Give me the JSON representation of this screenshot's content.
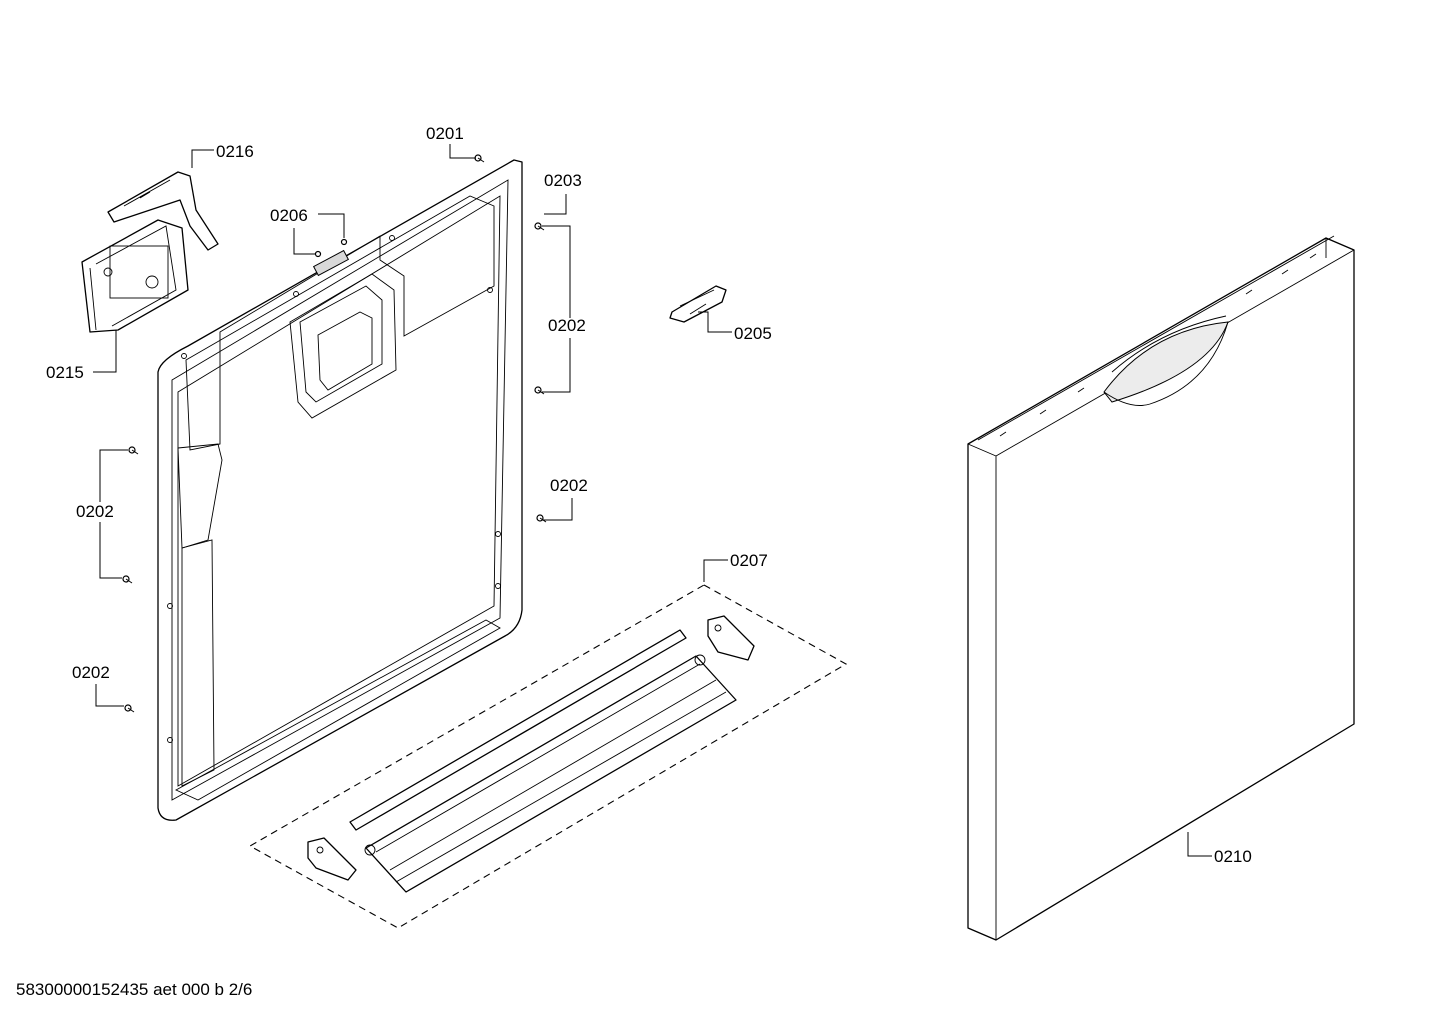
{
  "callouts": {
    "c0201": "0201",
    "c0202": "0202",
    "c0203": "0203",
    "c0205": "0205",
    "c0206": "0206",
    "c0207": "0207",
    "c0210": "0210",
    "c0215": "0215",
    "c0216": "0216"
  },
  "footer": {
    "document_id": "58300000152435 aet 000 b 2/6"
  }
}
